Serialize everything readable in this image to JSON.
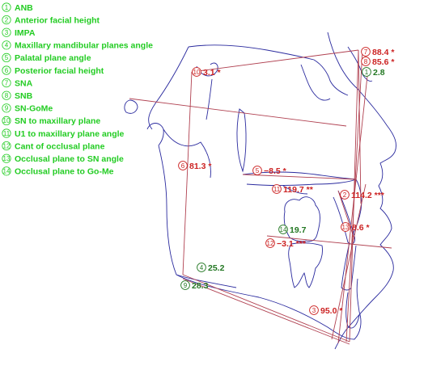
{
  "colors": {
    "legend": "#22cc22",
    "red": "#cc2222",
    "green": "#227722",
    "tracing": "#2a2a9e",
    "lines": "#b04050"
  },
  "legend": [
    {
      "n": "1",
      "label": "ANB"
    },
    {
      "n": "2",
      "label": "Anterior facial height"
    },
    {
      "n": "3",
      "label": "IMPA"
    },
    {
      "n": "4",
      "label": "Maxillary mandibular planes angle"
    },
    {
      "n": "5",
      "label": "Palatal plane angle"
    },
    {
      "n": "6",
      "label": "Posterior facial height"
    },
    {
      "n": "7",
      "label": "SNA"
    },
    {
      "n": "8",
      "label": "SNB"
    },
    {
      "n": "9",
      "label": "SN-GoMe"
    },
    {
      "n": "10",
      "label": "SN to maxillary plane"
    },
    {
      "n": "11",
      "label": "U1 to maxillary plane angle"
    },
    {
      "n": "12",
      "label": "Cant of occlusal plane"
    },
    {
      "n": "13",
      "label": "Occlusal plane to SN angle"
    },
    {
      "n": "14",
      "label": "Occlusal plane to Go-Me"
    }
  ],
  "annotations": [
    {
      "n": "7",
      "value": "88.4 *",
      "status": "red"
    },
    {
      "n": "8",
      "value": "85.6 *",
      "status": "red"
    },
    {
      "n": "1",
      "value": "2.8",
      "status": "green"
    },
    {
      "n": "10",
      "value": "3.1 *",
      "status": "red"
    },
    {
      "n": "6",
      "value": "81.3 *",
      "status": "red"
    },
    {
      "n": "5",
      "value": "−8.5 *",
      "status": "red"
    },
    {
      "n": "11",
      "value": "119.7 **",
      "status": "red"
    },
    {
      "n": "2",
      "value": "114.2 ***",
      "status": "red"
    },
    {
      "n": "14",
      "value": "19.7",
      "status": "green"
    },
    {
      "n": "13",
      "value": "8.6 *",
      "status": "red"
    },
    {
      "n": "12",
      "value": "−3.1 ***",
      "status": "red"
    },
    {
      "n": "4",
      "value": "25.2",
      "status": "green"
    },
    {
      "n": "9",
      "value": "28.3",
      "status": "green"
    },
    {
      "n": "3",
      "value": "95.0 *",
      "status": "red"
    }
  ]
}
